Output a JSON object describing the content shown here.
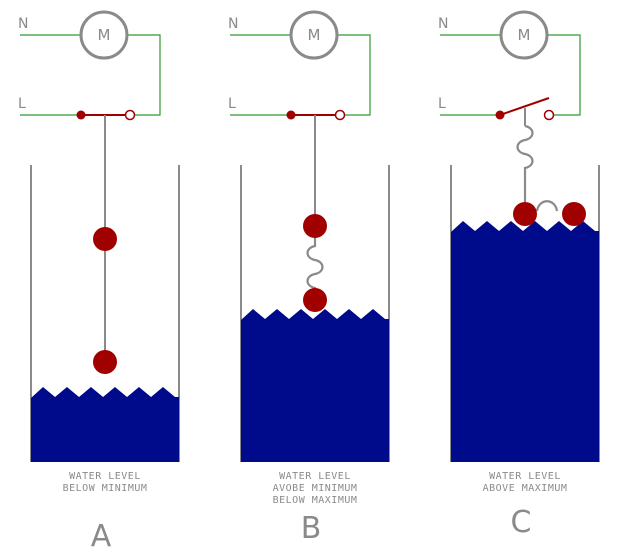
{
  "terminals": {
    "neutral": "N",
    "live": "L"
  },
  "motor": {
    "symbol": "M"
  },
  "panels": [
    {
      "letter": "A",
      "caption": [
        "WATER LEVEL",
        "BELOW MINIMUM"
      ],
      "switch_state": "closed"
    },
    {
      "letter": "B",
      "caption": [
        "WATER LEVEL",
        "AVOBE MINIMUM",
        "BELOW MAXIMUM"
      ],
      "switch_state": "closed"
    },
    {
      "letter": "C",
      "caption": [
        "WATER LEVEL",
        "ABOVE MAXIMUM"
      ],
      "switch_state": "open"
    }
  ],
  "colors": {
    "wire": "#2e9a2e",
    "water": "#000b8c",
    "float": "#a00000",
    "line": "#8a8a8a"
  }
}
